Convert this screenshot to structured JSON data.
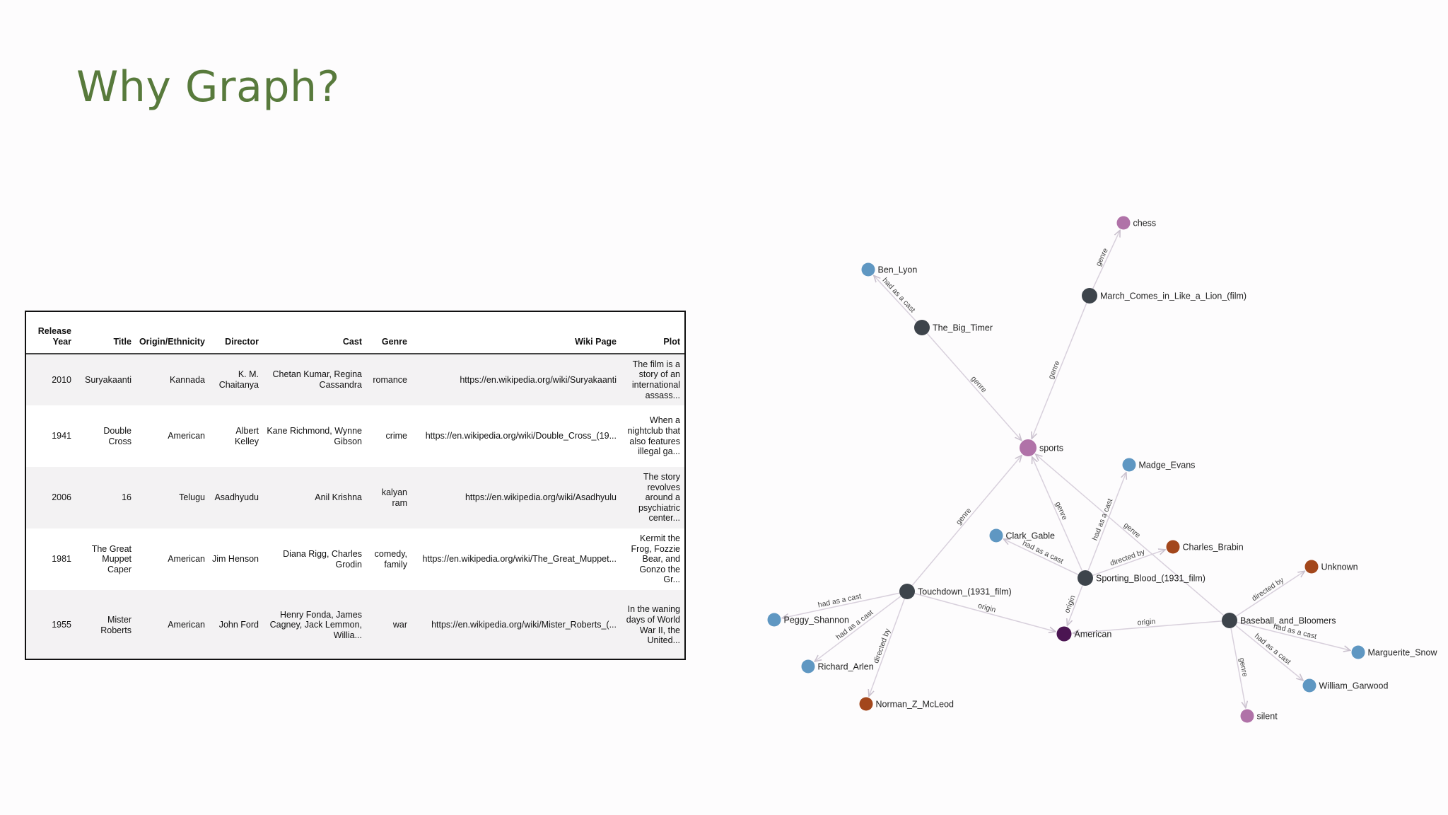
{
  "slide": {
    "title": "Why Graph?"
  },
  "table": {
    "headers": [
      "Release Year",
      "Title",
      "Origin/Ethnicity",
      "Director",
      "Cast",
      "Genre",
      "Wiki Page",
      "Plot"
    ],
    "rows": [
      [
        "2010",
        "Suryakaanti",
        "Kannada",
        "K. M. Chaitanya",
        "Chetan Kumar, Regina Cassandra",
        "romance",
        "https://en.wikipedia.org/wiki/Suryakaanti",
        "The film is a story of an international assass..."
      ],
      [
        "1941",
        "Double Cross",
        "American",
        "Albert Kelley",
        "Kane Richmond, Wynne Gibson",
        "crime",
        "https://en.wikipedia.org/wiki/Double_Cross_(19...",
        "When a nightclub that also features illegal ga..."
      ],
      [
        "2006",
        "16",
        "Telugu",
        "Asadhyudu",
        "Anil Krishna",
        "kalyan ram",
        "https://en.wikipedia.org/wiki/Asadhyulu",
        "The story revolves around a psychiatric center..."
      ],
      [
        "1981",
        "The Great Muppet Caper",
        "American",
        "Jim Henson",
        "Diana Rigg, Charles Grodin",
        "comedy, family",
        "https://en.wikipedia.org/wiki/The_Great_Muppet...",
        "Kermit the Frog, Fozzie Bear, and Gonzo the Gr..."
      ],
      [
        "1955",
        "Mister Roberts",
        "American",
        "John Ford",
        "Henry Fonda, James Cagney, Jack Lemmon, Willia...",
        "war",
        "https://en.wikipedia.org/wiki/Mister_Roberts_(...",
        "In the waning days of World War II, the United..."
      ]
    ]
  },
  "graph": {
    "colors": {
      "film": "#3d444b",
      "person": "#5f97c2",
      "genre": "#b072a8",
      "director": "#a3471c",
      "origin": "#4b1552",
      "edge": "#d8d0dc"
    },
    "nodes": [
      {
        "id": "chess",
        "label": "chess",
        "kind": "genre"
      },
      {
        "id": "ben_lyon",
        "label": "Ben_Lyon",
        "kind": "person"
      },
      {
        "id": "march",
        "label": "March_Comes_in_Like_a_Lion_(film)",
        "kind": "film"
      },
      {
        "id": "big_timer",
        "label": "The_Big_Timer",
        "kind": "film"
      },
      {
        "id": "sports",
        "label": "sports",
        "kind": "genre"
      },
      {
        "id": "madge",
        "label": "Madge_Evans",
        "kind": "person"
      },
      {
        "id": "clark",
        "label": "Clark_Gable",
        "kind": "person"
      },
      {
        "id": "brabin",
        "label": "Charles_Brabin",
        "kind": "director"
      },
      {
        "id": "unknown",
        "label": "Unknown",
        "kind": "director"
      },
      {
        "id": "sporting",
        "label": "Sporting_Blood_(1931_film)",
        "kind": "film"
      },
      {
        "id": "touchdown",
        "label": "Touchdown_(1931_film)",
        "kind": "film"
      },
      {
        "id": "peggy",
        "label": "Peggy_Shannon",
        "kind": "person"
      },
      {
        "id": "american",
        "label": "American",
        "kind": "origin"
      },
      {
        "id": "baseball",
        "label": "Baseball_and_Bloomers",
        "kind": "film"
      },
      {
        "id": "marguerite",
        "label": "Marguerite_Snow",
        "kind": "person"
      },
      {
        "id": "richard",
        "label": "Richard_Arlen",
        "kind": "person"
      },
      {
        "id": "william",
        "label": "William_Garwood",
        "kind": "person"
      },
      {
        "id": "mcleod",
        "label": "Norman_Z_McLeod",
        "kind": "director"
      },
      {
        "id": "silent",
        "label": "silent",
        "kind": "genre"
      }
    ],
    "edges": [
      {
        "from": "march",
        "to": "chess",
        "label": "genre"
      },
      {
        "from": "big_timer",
        "to": "ben_lyon",
        "label": "had as a cast"
      },
      {
        "from": "big_timer",
        "to": "sports",
        "label": "genre"
      },
      {
        "from": "march",
        "to": "sports",
        "label": "genre"
      },
      {
        "from": "touchdown",
        "to": "sports",
        "label": "genre"
      },
      {
        "from": "sporting",
        "to": "sports",
        "label": "genre"
      },
      {
        "from": "baseball",
        "to": "sports",
        "label": "genre"
      },
      {
        "from": "sporting",
        "to": "madge",
        "label": "had as a cast"
      },
      {
        "from": "sporting",
        "to": "clark",
        "label": "had as a cast"
      },
      {
        "from": "sporting",
        "to": "brabin",
        "label": "directed by"
      },
      {
        "from": "sporting",
        "to": "american",
        "label": "origin"
      },
      {
        "from": "touchdown",
        "to": "peggy",
        "label": "had as a cast"
      },
      {
        "from": "touchdown",
        "to": "richard",
        "label": "had as a cast"
      },
      {
        "from": "touchdown",
        "to": "mcleod",
        "label": "directed by"
      },
      {
        "from": "touchdown",
        "to": "american",
        "label": "origin"
      },
      {
        "from": "baseball",
        "to": "american",
        "label": "origin"
      },
      {
        "from": "baseball",
        "to": "unknown",
        "label": "directed by"
      },
      {
        "from": "baseball",
        "to": "marguerite",
        "label": "had as a cast"
      },
      {
        "from": "baseball",
        "to": "william",
        "label": "had as a cast"
      },
      {
        "from": "baseball",
        "to": "silent",
        "label": "genre"
      }
    ]
  }
}
